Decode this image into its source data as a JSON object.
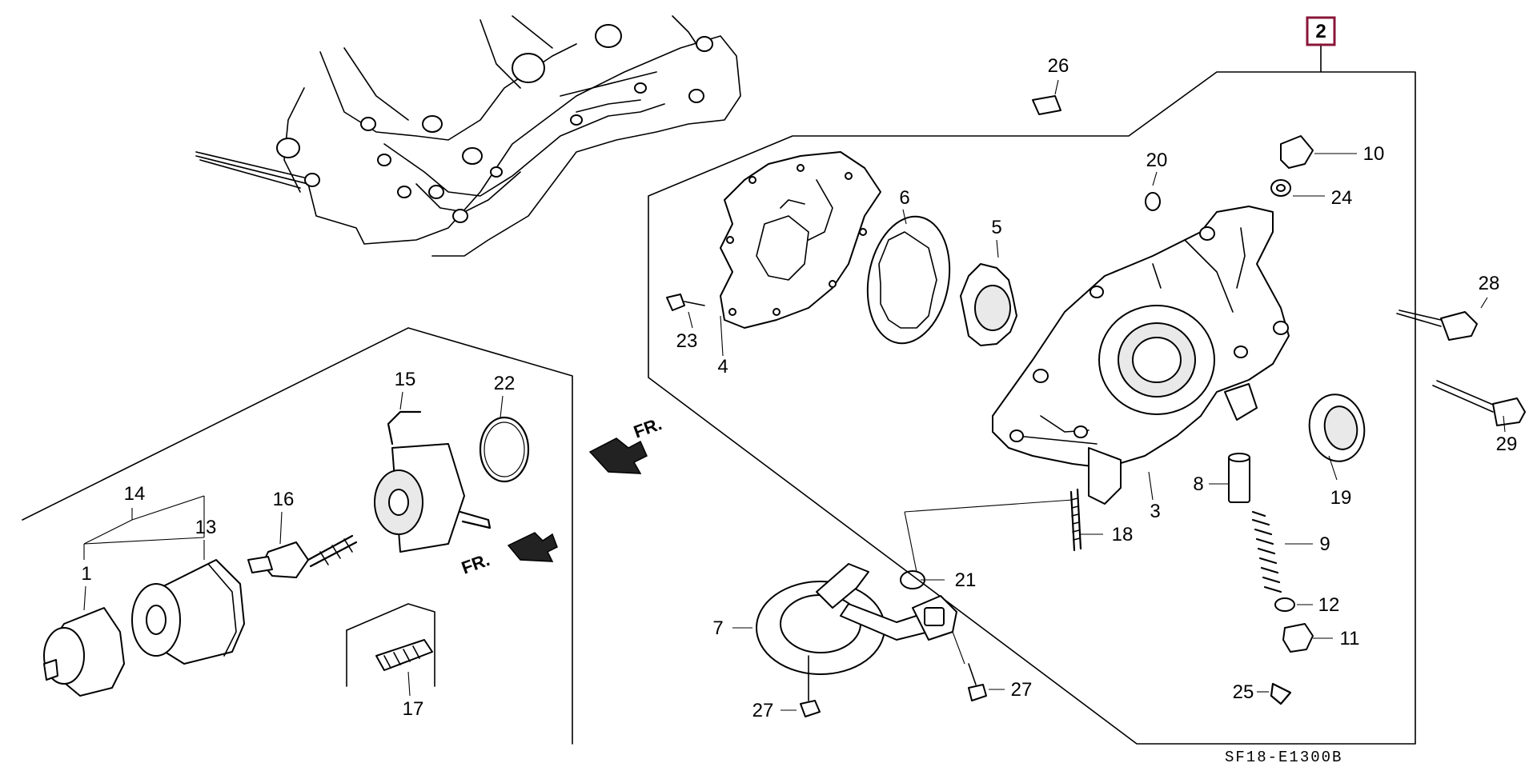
{
  "diagram": {
    "code": "SF18-E1300B",
    "boxed_part": "2",
    "labels": {
      "p1": "1",
      "p2": "2",
      "p3": "3",
      "p4": "4",
      "p5": "5",
      "p6": "6",
      "p7": "7",
      "p8": "8",
      "p9": "9",
      "p10": "10",
      "p11": "11",
      "p12": "12",
      "p13": "13",
      "p14": "14",
      "p15": "15",
      "p16": "16",
      "p17": "17",
      "p18": "18",
      "p19": "19",
      "p20": "20",
      "p21": "21",
      "p22": "22",
      "p23": "23",
      "p24": "24",
      "p25": "25",
      "p26": "26",
      "p27a": "27",
      "p27b": "27",
      "p28": "28",
      "p29": "29"
    },
    "fr_arrow_1": "FR.",
    "fr_arrow_2": "FR."
  }
}
